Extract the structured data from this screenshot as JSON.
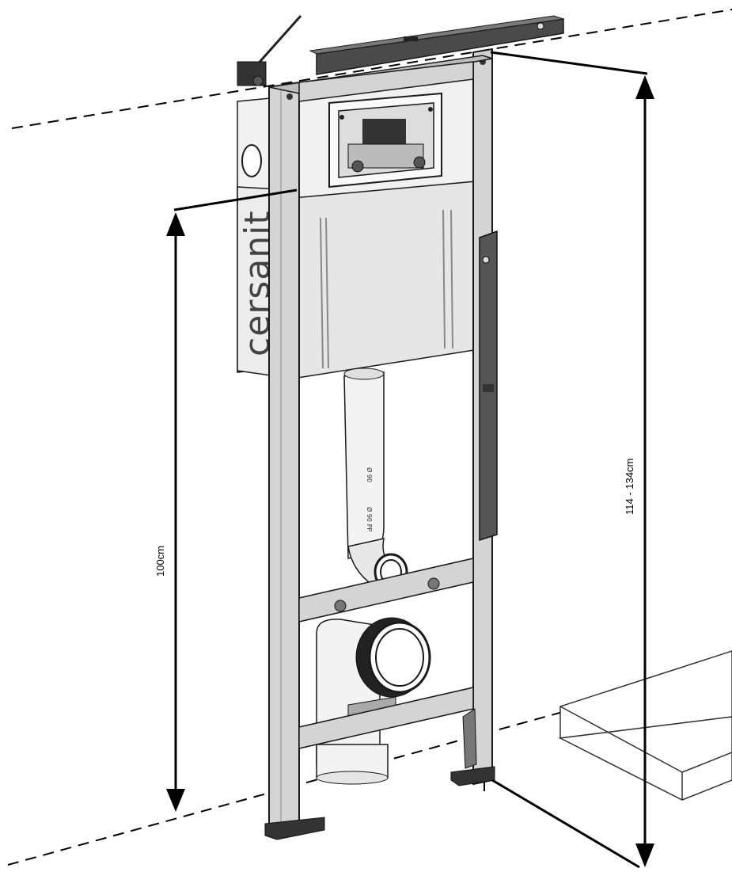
{
  "product": {
    "brand_text": "cersanit",
    "pipe_marking_1": "Ø 90",
    "pipe_marking_2": "Ø 90 PP"
  },
  "dimensions": {
    "frame_height_label": "100cm",
    "total_height_label": "114 - 134cm"
  },
  "colors": {
    "frame_fill": "#d4d4d4",
    "frame_stroke": "#1a1a1a",
    "dark_part": "#4a4a4a",
    "cistern_fill": "#f1f1f1",
    "dimension_line": "#000000"
  }
}
